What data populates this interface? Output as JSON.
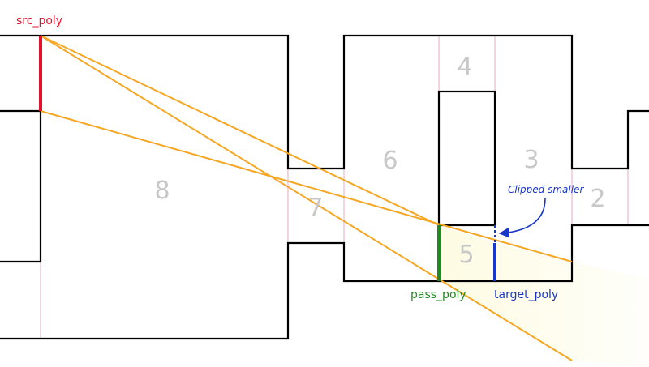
{
  "labels": {
    "src_poly": "src_poly",
    "pass_poly": "pass_poly",
    "target_poly": "target_poly",
    "clipped_note": "Clipped smaller"
  },
  "regions": [
    "8",
    "7",
    "6",
    "5",
    "4",
    "3",
    "2"
  ],
  "colors": {
    "src": "#e8102a",
    "pass": "#1f8a1f",
    "target": "#1836c8",
    "ray": "#f5a623",
    "frustum": "#fdfbe6",
    "portal": "#f2d4e2",
    "wall": "#000000",
    "region_text": "#c8c8c8"
  }
}
